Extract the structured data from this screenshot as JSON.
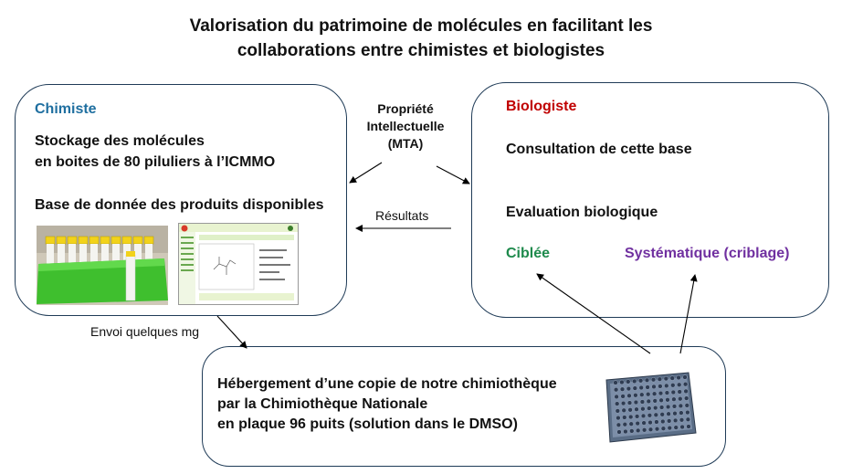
{
  "title": {
    "line1": "Valorisation du patrimoine de molécules en facilitant les",
    "line2": "collaborations  entre chimistes et biologistes"
  },
  "chimiste": {
    "heading": "Chimiste",
    "stockage_line1": "Stockage des molécules",
    "stockage_line2": "en boites de 80 piluliers à l’ICMMO",
    "base": "Base de donnée des produits disponibles"
  },
  "biologiste": {
    "heading": "Biologiste",
    "consultation": "Consultation de cette base",
    "evaluation": "Evaluation biologique",
    "ciblee": "Ciblée",
    "systematique": "Systématique (criblage)"
  },
  "middle": {
    "propriete_line1": "Propriété",
    "propriete_line2": "Intellectuelle",
    "propriete_line3": "(MTA)",
    "resultats": "Résultats"
  },
  "envoi": "Envoi quelques mg",
  "hebergement": {
    "line1": "Hébergement d’une copie de notre chimiothèque",
    "line2": "par la Chimiothèque Nationale",
    "line3": "en plaque 96 puits (solution dans le DMSO)"
  },
  "colors": {
    "chimiste": "#1f6fa0",
    "biologiste": "#c00000",
    "ciblee": "#1e8a4c",
    "systematique": "#7030a0",
    "border": "#1f3b57"
  }
}
